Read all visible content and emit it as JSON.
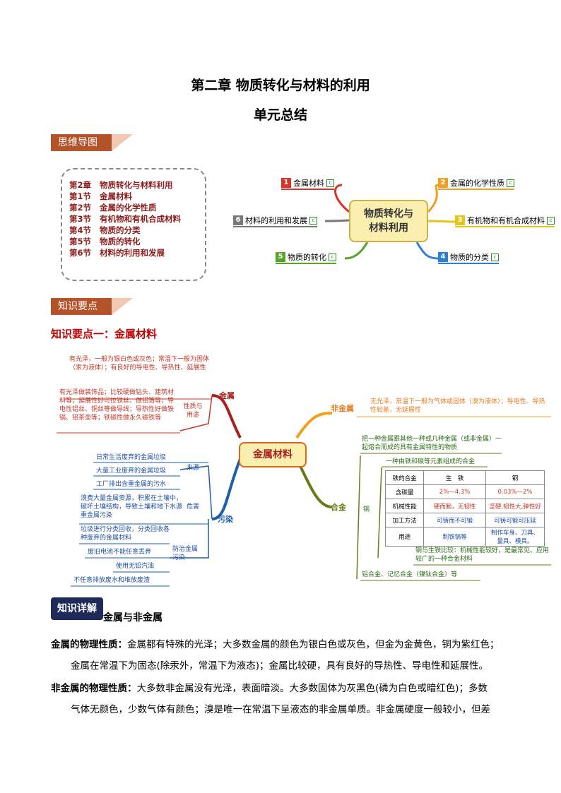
{
  "title": "第二章 物质转化与材料的利用",
  "subtitle": "单元总结",
  "banner1": "思维导图",
  "banner2": "知识要点",
  "toc": [
    "第2章   物质转化与材料利用",
    "",
    "第1节   金属材料",
    "第2节   金属的化学性质",
    "第3节   有机物和有机合成材料",
    "第4节   物质的分类",
    "第5节   物质的转化",
    "第6节   材料的利用和发展"
  ],
  "mindmap": {
    "center": [
      "物质转化与",
      "材料利用"
    ],
    "nodes": [
      {
        "num": "1",
        "label": "金属材料",
        "color": "#d9342b"
      },
      {
        "num": "2",
        "label": "金属的化学性质",
        "color": "#f0a020"
      },
      {
        "num": "3",
        "label": "有机物和有机合成材料",
        "color": "#e8c41a"
      },
      {
        "num": "4",
        "label": "物质的分类",
        "color": "#2f7fd0"
      },
      {
        "num": "5",
        "label": "物质的转化",
        "color": "#5aa32a"
      },
      {
        "num": "6",
        "label": "材料的利用和发展",
        "color": "#7a7a7a"
      }
    ]
  },
  "section1": "知识要点一：金属材料",
  "metal": {
    "center": "金属材料",
    "metal_label": "金属",
    "metal_props": "有光泽，一般为银白色或灰色；常温下一般为固体（汞为液体）；有良好的导电性、导热性、延展性",
    "usage_label": "性质与用途",
    "usage_text": "有光泽做装饰品；比较硬做钻头、建筑材料等；延展性好可拉铁丝、做铝箔等；导电性铝丝、铜丝等做导线；导热性好做铁锅、铝茶壶等；铁磁性做永久磁铁等",
    "nonmetal_label": "非金属",
    "nonmetal_text": "无光泽，常温下一般为气体或固体（溴为液体）；导电性、导热性较差，无延展性",
    "pollution_label": "污染",
    "source_label": "来源",
    "sources": [
      "日常生活废弃的金属垃圾",
      "大量工业废弃的金属垃圾",
      "工厂排出含重金属的污水"
    ],
    "harm_label": "危害",
    "harm_text": "浪费大量金属资源，积累在土壤中，破坏土壤结构，导致土壤和地下水源重金属污染",
    "control_label": "防治金属污染",
    "controls": [
      "垃圾进行分类回收，分类回收各种废弃的金属材料",
      "废旧电池不能任意丢弃",
      "使用无铅汽油",
      "不任意排放废水和堆放废渣"
    ],
    "alloy_label": "合金",
    "alloy_def": "把一种金属跟其他一种或几种金属（或非金属）一起熔合而成的具有金属特性的物质",
    "fe_alloy": "一种由铁和碳等元素组成的合金",
    "steel_label": "钢",
    "table": [
      [
        "铁的合金",
        "生　铁",
        "钢"
      ],
      [
        "含碳量",
        "2%—4.3%",
        "0.03%—2%"
      ],
      [
        "机械性能",
        "硬而脆，无韧性",
        "坚硬,韧性大,弹性好"
      ],
      [
        "加工方法",
        "可铸而不可锻",
        "可铸可锻可压延"
      ],
      [
        "用途",
        "制铁锅等",
        "制作车身、刀具、量具、模具。"
      ]
    ],
    "compare": "钢与生铁比较：机械性能较好，是最常见、应用较广的一种合金材料",
    "other_alloys": "铝合金、记忆合金（镍钛合金）等"
  },
  "detail_badge": "知识详解",
  "detail_title": "金属与非金属",
  "p1_label": "金属的物理性质：",
  "p1_text": "金属都有特殊的光泽；大多数金属的颜色为银白色或灰色，但金为金黄色，铜为紫红色；",
  "p1_text2": "金属在常温下为固态(除汞外，常温下为液态)；金属比较硬，具有良好的导热性、导电性和延展性。",
  "p2_label": "非金属的物理性质：",
  "p2_text": "大多数非金属没有光泽，表面暗淡。大多数固体为灰黑色(磷为白色或暗红色)；多数",
  "p2_text2": "气体无颜色，少数气体有颜色；溴是唯一在常温下呈液态的非金属单质。非金属硬度一般较小，但差"
}
